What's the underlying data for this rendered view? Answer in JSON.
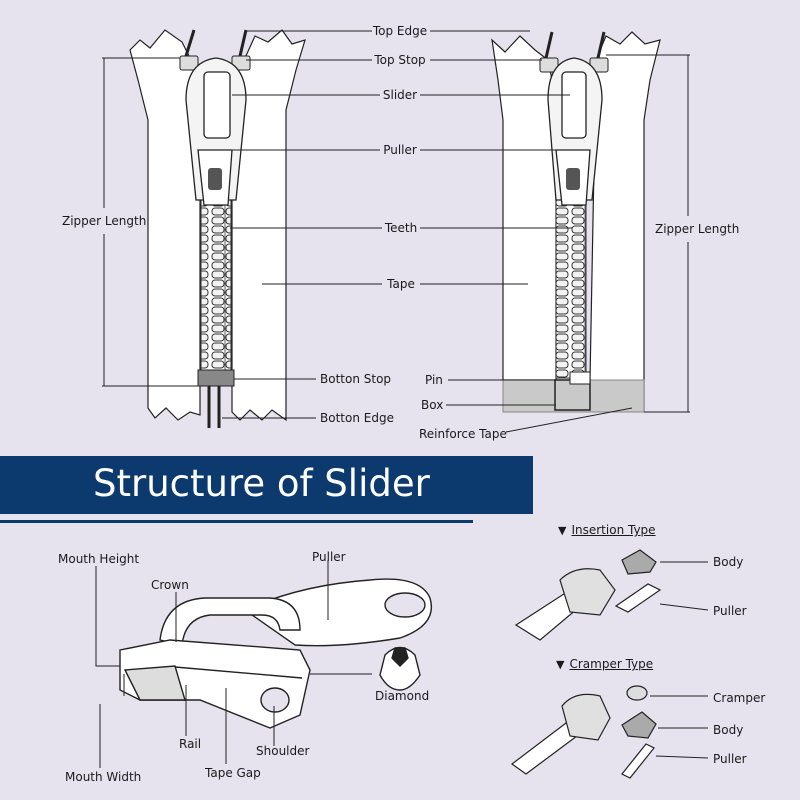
{
  "colors": {
    "banner": "#0c3a6e",
    "background": "#e6e3ee",
    "banner_text": "#ffffff",
    "line": "#1a1a1a"
  },
  "title": "Structure of Slider",
  "zipper_labels": {
    "top_edge": "Top Edge",
    "top_stop": "Top Stop",
    "slider": "Slider",
    "puller": "Puller",
    "teeth": "Teeth",
    "tape": "Tape",
    "zipper_length": "Zipper Length",
    "botton_stop": "Botton Stop",
    "botton_edge": "Botton Edge",
    "pin": "Pin",
    "box": "Box",
    "reinforce_tape": "Reinforce Tape"
  },
  "slider_labels": {
    "mouth_height": "Mouth Height",
    "crown": "Crown",
    "puller": "Puller",
    "diamond": "Diamond",
    "rail": "Rail",
    "shoulder": "Shoulder",
    "tape_gap": "Tape Gap",
    "mouth_width": "Mouth Width"
  },
  "types": {
    "insertion": {
      "title": "Insertion Type",
      "body": "Body",
      "puller": "Puller"
    },
    "cramper": {
      "title": "Cramper Type",
      "cramper": "Cramper",
      "body": "Body",
      "puller": "Puller"
    }
  }
}
